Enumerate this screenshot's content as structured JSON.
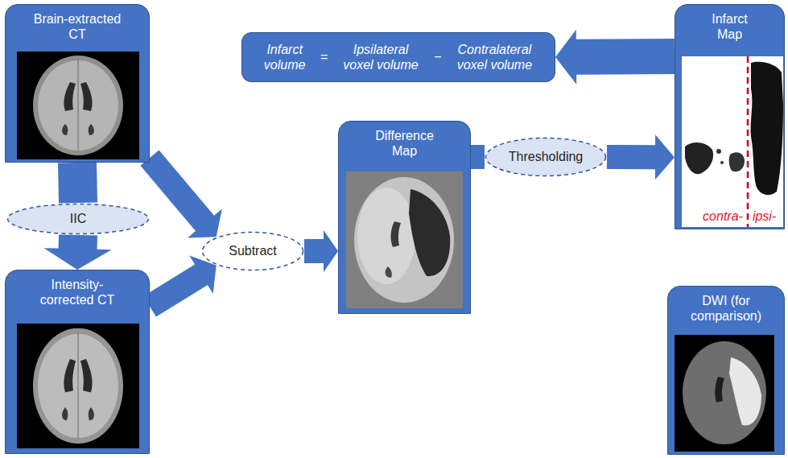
{
  "diagram": {
    "nodes": [
      {
        "text": [
          "Brain-extracted CT"
        ]
      },
      {
        "text": [
          "Infarct volume",
          "=",
          "Ipsilateral voxel volume",
          "−",
          "Contralateral voxel volume"
        ]
      },
      {
        "text": [
          "Infarct Map",
          "contra-",
          "ipsi-"
        ]
      },
      {
        "text": [
          "IIC"
        ]
      },
      {
        "text": [
          "Subtract"
        ]
      },
      {
        "text": [
          "Difference Map"
        ]
      },
      {
        "text": [
          "Thresholding"
        ]
      },
      {
        "text": [
          "Intensity-corrected CT"
        ]
      },
      {
        "text": [
          "DWI (for comparison)"
        ]
      }
    ],
    "edges": [
      {
        "from": 0,
        "to": 3,
        "arrow": "none"
      },
      {
        "from": 3,
        "to": 7,
        "arrow": "to"
      },
      {
        "from": 0,
        "to": 4,
        "arrow": "to"
      },
      {
        "from": 7,
        "to": 4,
        "arrow": "to"
      },
      {
        "from": 4,
        "to": 5,
        "arrow": "to"
      },
      {
        "from": 5,
        "to": 6,
        "arrow": "none"
      },
      {
        "from": 6,
        "to": 2,
        "arrow": "to"
      },
      {
        "from": 2,
        "to": 1,
        "arrow": "to"
      }
    ]
  }
}
